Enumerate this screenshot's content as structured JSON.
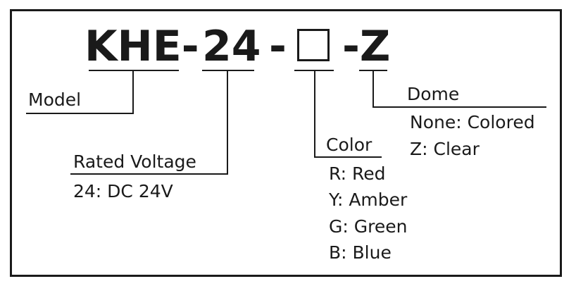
{
  "code": {
    "model": "KHE-",
    "voltage": "24",
    "sep": "-",
    "color_placeholder": "",
    "dome": "-Z"
  },
  "model": {
    "title": "Model"
  },
  "voltage": {
    "title": "Rated Voltage",
    "options": [
      "24: DC 24V"
    ]
  },
  "color": {
    "title": "Color",
    "options": [
      "R: Red",
      "Y: Amber",
      "G: Green",
      "B: Blue"
    ]
  },
  "dome": {
    "title": "Dome",
    "options": [
      "None: Colored",
      "Z: Clear"
    ]
  }
}
